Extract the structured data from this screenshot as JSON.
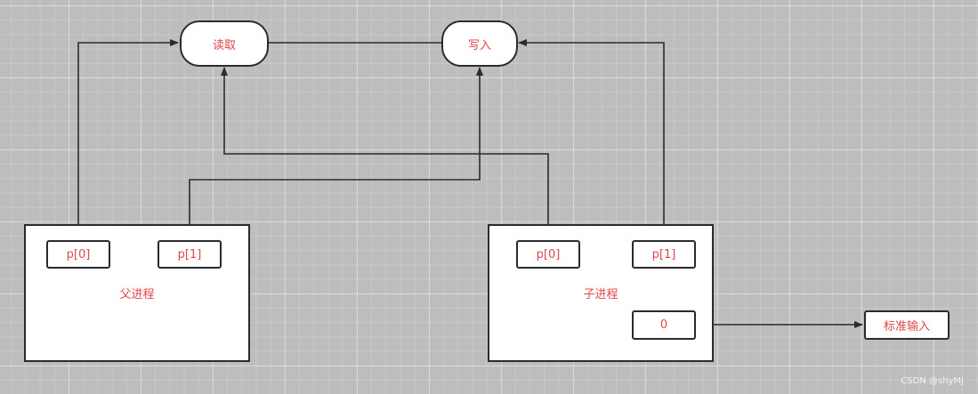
{
  "diagram": {
    "read_node": "读取",
    "write_node": "写入",
    "parent_process": {
      "label": "父进程",
      "pipe_read": "p[0]",
      "pipe_write": "p[1]"
    },
    "child_process": {
      "label": "子进程",
      "pipe_read": "p[0]",
      "pipe_write": "p[1]",
      "fd": "0"
    },
    "stdin_node": "标准输入"
  },
  "watermark": "CSDN @shyMJ",
  "colors": {
    "label_text": "#e0474c",
    "stroke": "#2b2b2b",
    "background": "#bdbdbd"
  }
}
